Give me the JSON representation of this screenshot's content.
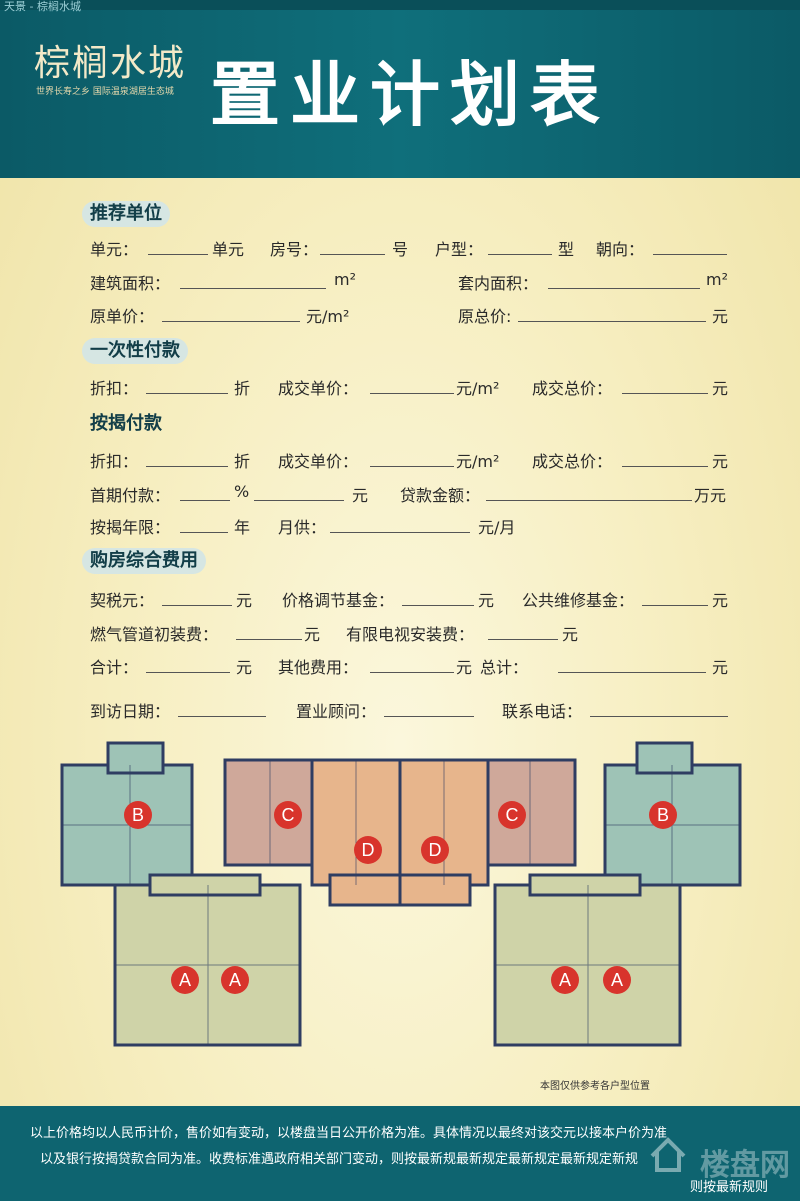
{
  "header": {
    "crumb": "天景 - 棕榈水城",
    "logo": "棕榈水城",
    "slogan": "世界长寿之乡  国际温泉湖居生态城",
    "title": "置业计划表"
  },
  "sections": {
    "recommend": "推荐单位",
    "onetime": "一次性付款",
    "mortgage": "按揭付款",
    "fees": "购房综合费用"
  },
  "fields": {
    "unit": "单元：",
    "unit_suffix": "单元",
    "room": "房号：",
    "room_suffix": "号",
    "type": "户型：",
    "type_suffix": "型",
    "orient": "朝向：",
    "build_area": "建筑面积：",
    "inner_area": "套内面积：",
    "sqm": "m²",
    "orig_unit": "原单价：",
    "orig_total": "原总价:",
    "yuan_sqm": "元/m²",
    "yuan": "元",
    "discount": "折扣：",
    "zhe": "折",
    "deal_unit": "成交单价：",
    "deal_total": "成交总价：",
    "down": "首期付款：",
    "percent": "%",
    "loan": "贷款金额：",
    "wanyuan": "万元",
    "years": "按揭年限：",
    "year": "年",
    "monthly": "月供：",
    "yuan_month": "元/月",
    "deed_tax": "契税元：",
    "price_fund": "价格调节基金：",
    "repair_fund": "公共维修基金：",
    "gas": "燃气管道初装费：",
    "tv": "有限电视安装费：",
    "subtotal": "合计：",
    "other": "其他费用：",
    "total": "总计：",
    "visit": "到访日期：",
    "consultant": "置业顾问：",
    "phone": "联系电话："
  },
  "plan": {
    "labels": [
      "A",
      "A",
      "A",
      "A",
      "B",
      "B",
      "C",
      "C",
      "D",
      "D"
    ],
    "note": "本图仅供参考各户型位置"
  },
  "footer": {
    "line1": "以上价格均以人民币计价，售价如有变动，以楼盘当日公开价格为准。具体情况以最终对该交元以接本户价为准",
    "line2": "以及银行按揭贷款合同为准。收费标准遇政府相关部门变动，则按最新规最新规定最新规定最新规定新规",
    "line3": "则按最新规则",
    "watermark": "楼盘网"
  },
  "colors": {
    "header": "#0f6f7b",
    "background": "#f7efc3",
    "marker": "#d8342c",
    "unitA": "#cfd3a8",
    "unitB": "#9ec3b6",
    "unitC": "#cfa89a",
    "unitD": "#e7b58c"
  }
}
